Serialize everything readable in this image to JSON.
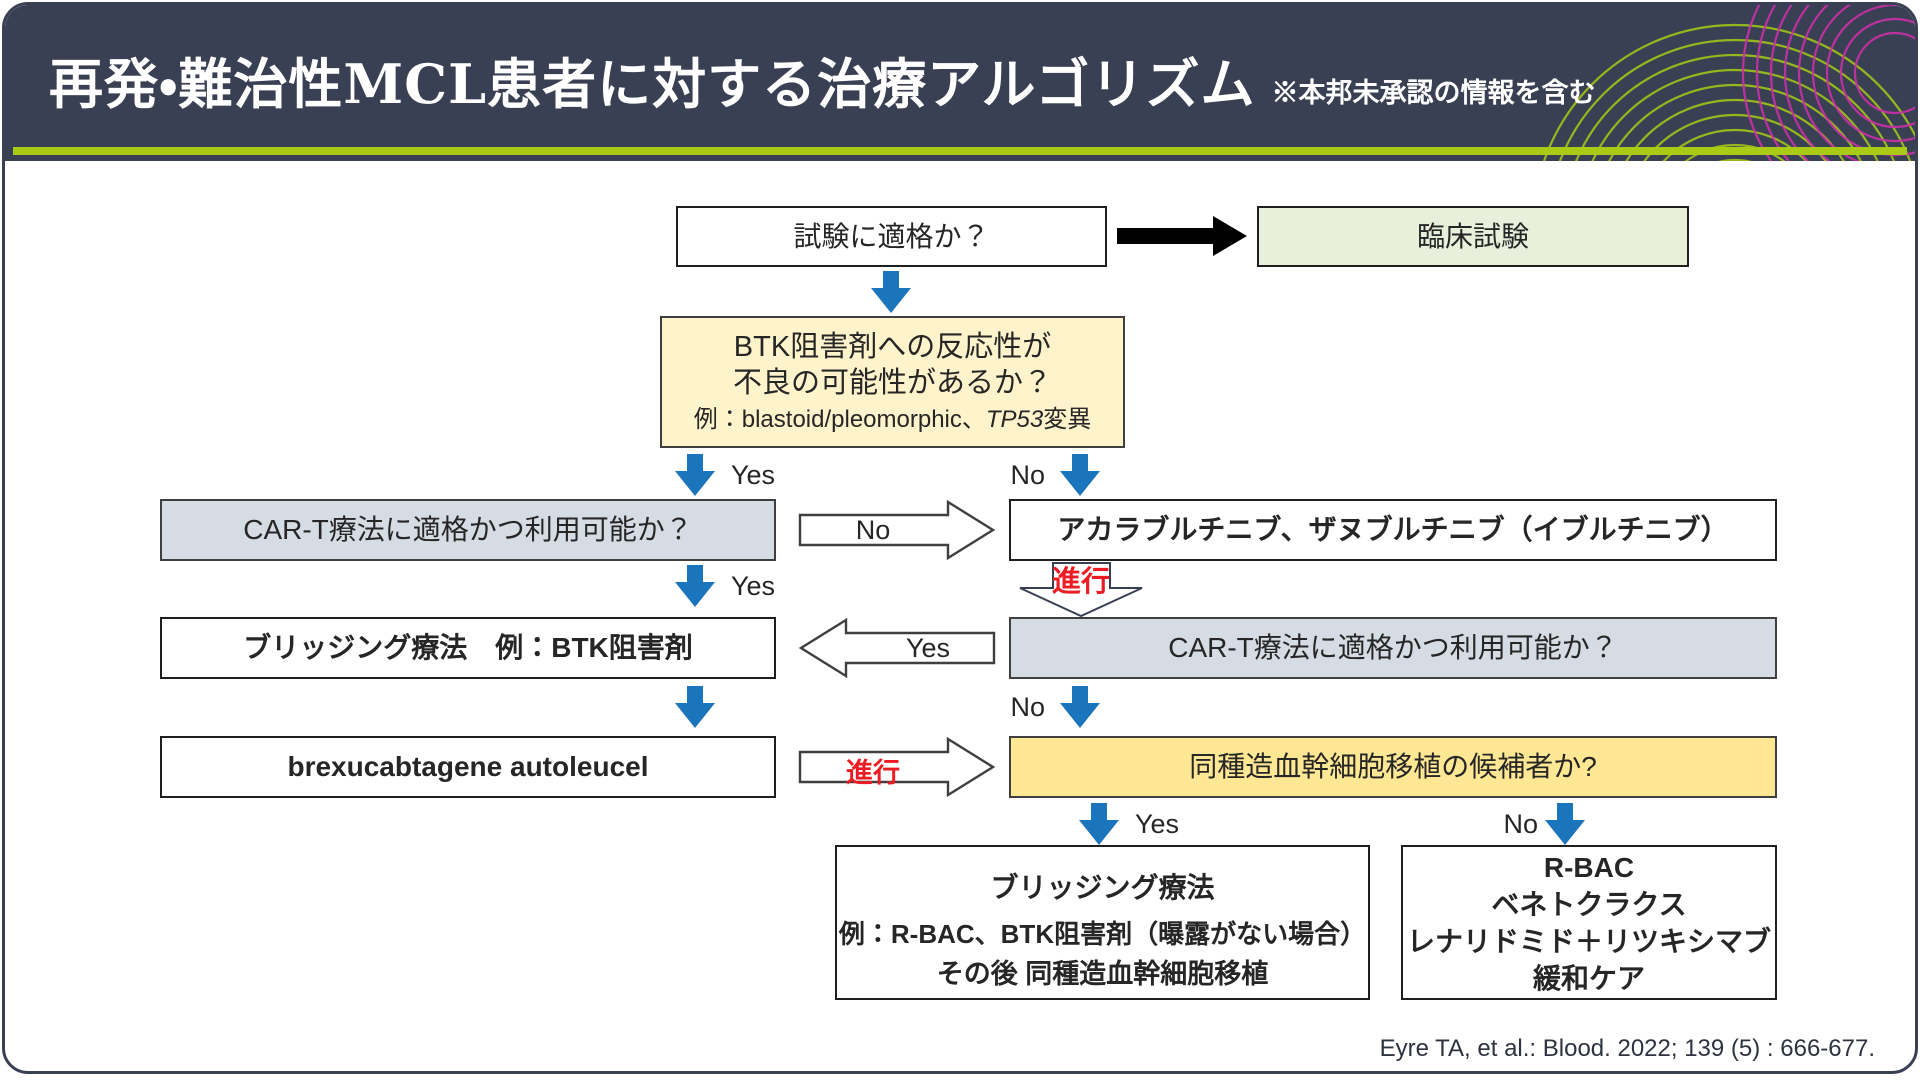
{
  "header": {
    "title": "再発・難治性MCL患者に対する治療アルゴリズム",
    "note": "※本邦未承認の情報を含む"
  },
  "labels": {
    "yes": "Yes",
    "no": "No",
    "progression": "進行"
  },
  "nodes": {
    "trial_question": "試験に適格か？",
    "clinical_trial": "臨床試験",
    "btk_question_line1": "BTK阻害剤への反応性が",
    "btk_question_line2": "不良の可能性があるか？",
    "btk_example_prefix": "例：blastoid/pleomorphic、",
    "btk_example_italic": "TP53",
    "btk_example_suffix": "変異",
    "cart_question_1": "CAR-T療法に適格かつ利用可能か？",
    "btki_drugs": "アカラブルチニブ、ザヌブルチニブ（イブルチニブ）",
    "bridging_1": "ブリッジング療法　例：BTK阻害剤",
    "cart_question_2": "CAR-T療法に適格かつ利用可能か？",
    "brexu": "brexucabtagene autoleucel",
    "allo_question": "同種造血幹細胞移植の候補者か?",
    "bridging_2_title": "ブリッジング療法",
    "bridging_2_line1": "例：R-BAC、BTK阻害剤（曝露がない場合）",
    "bridging_2_line2": "その後 同種造血幹細胞移植",
    "alternatives": [
      "R-BAC",
      "ベネトクラクス",
      "レナリドミド＋リツキシマブ",
      "緩和ケア"
    ]
  },
  "citation": "Eyre TA, et al.: Blood. 2022; 139 (5) : 666-677.",
  "colors": {
    "navy": "#3A4053",
    "accent": "#A9CB15",
    "blue": "#1B75BC",
    "red": "#ED1C24",
    "ink": "#262626",
    "gray-fill": "#D6DCE4",
    "green-fill": "#E8EFDB",
    "yellow1": "#FFF3CC",
    "yellow2": "#FFE794"
  }
}
